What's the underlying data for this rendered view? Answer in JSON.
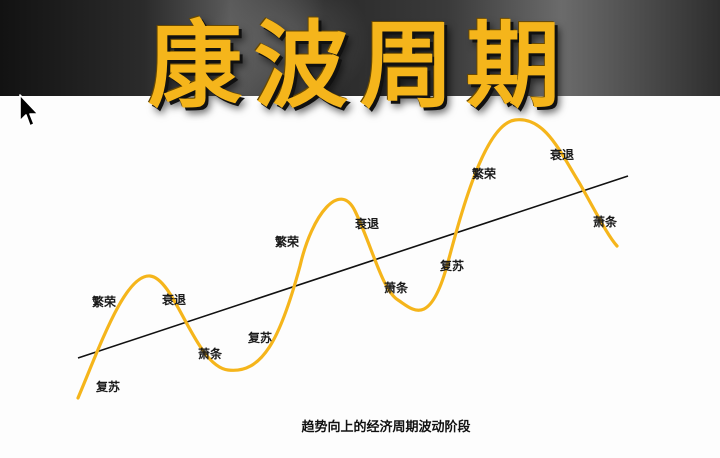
{
  "title": "康波周期",
  "caption": "趋势向上的经济周期波动阶段",
  "icons": {
    "cursor": "mouse-pointer-icon"
  },
  "colors": {
    "title": "#f5b51b",
    "wave": "#f5b51b",
    "trend": "#111111"
  },
  "stages": [
    {
      "id": "recovery-1",
      "label": "复苏"
    },
    {
      "id": "boom-1",
      "label": "繁荣"
    },
    {
      "id": "recession-1",
      "label": "衰退"
    },
    {
      "id": "depression-1",
      "label": "萧条"
    },
    {
      "id": "recovery-2",
      "label": "复苏"
    },
    {
      "id": "boom-2",
      "label": "繁荣"
    },
    {
      "id": "recession-2",
      "label": "衰退"
    },
    {
      "id": "depression-2",
      "label": "萧条"
    },
    {
      "id": "recovery-3",
      "label": "复苏"
    },
    {
      "id": "boom-3",
      "label": "繁荣"
    },
    {
      "id": "recession-3",
      "label": "衰退"
    },
    {
      "id": "depression-3",
      "label": "萧条"
    }
  ]
}
